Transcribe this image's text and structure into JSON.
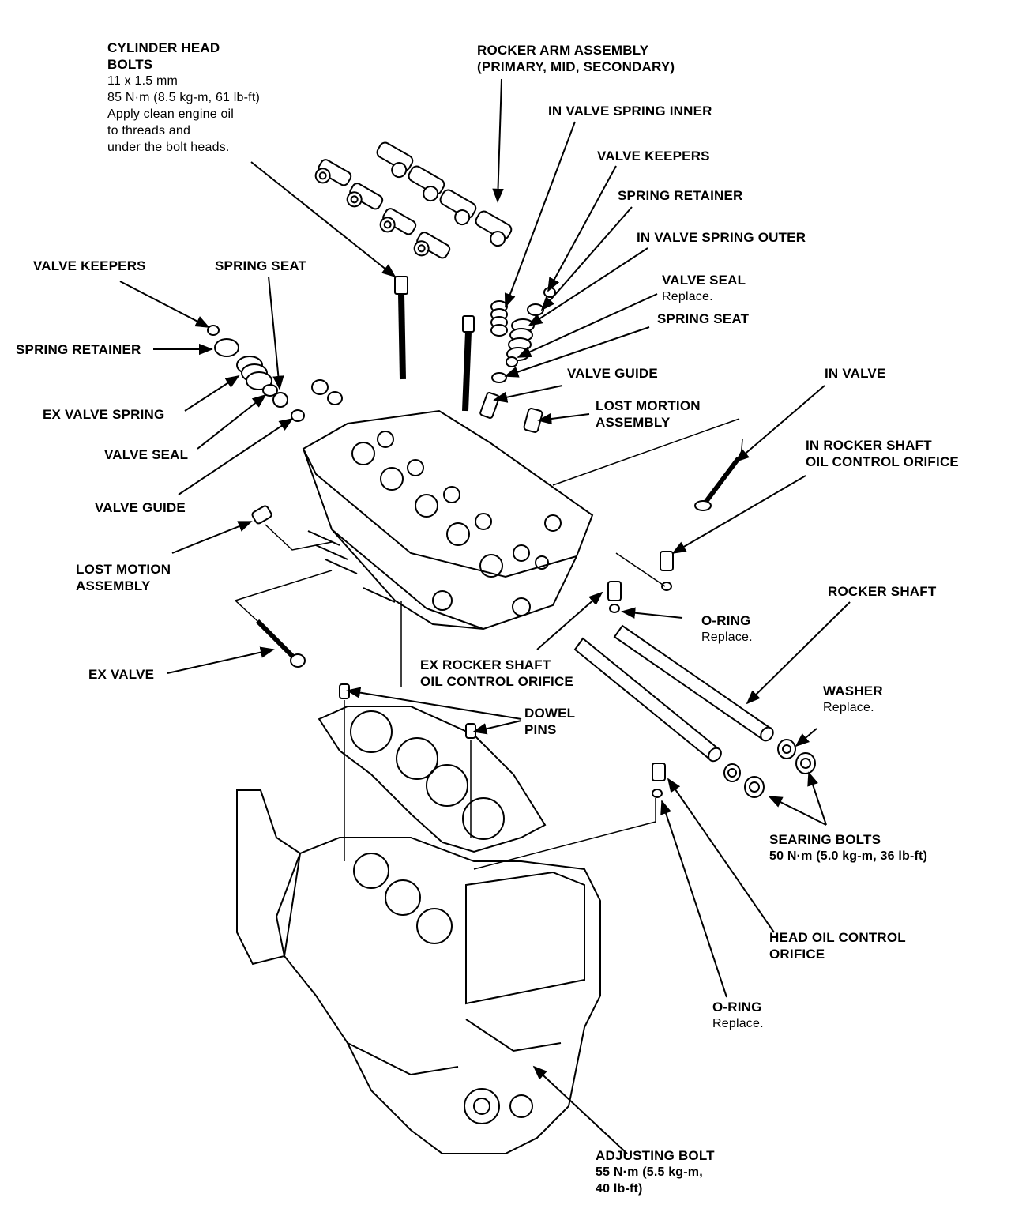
{
  "labels": {
    "cylinder_head_bolts": {
      "title": [
        "CYLINDER HEAD",
        "BOLTS"
      ],
      "notes": [
        "11 x 1.5 mm",
        "85 N·m (8.5 kg-m, 61 lb-ft)",
        "Apply clean engine oil",
        "to threads and",
        "under the bolt heads."
      ]
    },
    "rocker_arm_assembly": {
      "title": [
        "ROCKER ARM ASSEMBLY",
        "(PRIMARY, MID, SECONDARY)"
      ],
      "notes": []
    },
    "in_valve_spring_inner": {
      "title": [
        "IN VALVE SPRING INNER"
      ],
      "notes": []
    },
    "valve_keepers_right": {
      "title": [
        "VALVE KEEPERS"
      ],
      "notes": []
    },
    "spring_retainer_right": {
      "title": [
        "SPRING RETAINER"
      ],
      "notes": []
    },
    "in_valve_spring_outer": {
      "title": [
        "IN VALVE SPRING OUTER"
      ],
      "notes": []
    },
    "valve_seal_right": {
      "title": [
        "VALVE SEAL"
      ],
      "notes": [
        "Replace."
      ]
    },
    "spring_seat_right": {
      "title": [
        "SPRING SEAT"
      ],
      "notes": []
    },
    "valve_guide_right": {
      "title": [
        "VALVE GUIDE"
      ],
      "notes": []
    },
    "lost_mortion_assembly": {
      "title": [
        "LOST MORTION",
        "ASSEMBLY"
      ],
      "notes": []
    },
    "in_valve": {
      "title": [
        "IN VALVE"
      ],
      "notes": []
    },
    "in_rocker_shaft_orifice": {
      "title": [
        "IN ROCKER SHAFT",
        "OIL CONTROL ORIFICE"
      ],
      "notes": []
    },
    "valve_keepers_left": {
      "title": [
        "VALVE KEEPERS"
      ],
      "notes": []
    },
    "spring_seat_left": {
      "title": [
        "SPRING SEAT"
      ],
      "notes": []
    },
    "spring_retainer_left": {
      "title": [
        "SPRING RETAINER"
      ],
      "notes": []
    },
    "ex_valve_spring": {
      "title": [
        "EX VALVE SPRING"
      ],
      "notes": []
    },
    "valve_seal_left": {
      "title": [
        "VALVE SEAL"
      ],
      "notes": []
    },
    "valve_guide_left": {
      "title": [
        "VALVE GUIDE"
      ],
      "notes": []
    },
    "lost_motion_assembly_left": {
      "title": [
        "LOST MOTION",
        "ASSEMBLY"
      ],
      "notes": []
    },
    "ex_valve": {
      "title": [
        "EX VALVE"
      ],
      "notes": []
    },
    "rocker_shaft": {
      "title": [
        "ROCKER SHAFT"
      ],
      "notes": []
    },
    "o_ring_upper": {
      "title": [
        "O-RING"
      ],
      "notes": [
        "Replace."
      ]
    },
    "ex_rocker_shaft_orifice": {
      "title": [
        "EX ROCKER SHAFT",
        "OIL CONTROL ORIFICE"
      ],
      "notes": []
    },
    "washer": {
      "title": [
        "WASHER"
      ],
      "notes": [
        "Replace."
      ]
    },
    "dowel_pins": {
      "title": [
        "DOWEL",
        "PINS"
      ],
      "notes": []
    },
    "sealing_bolts": {
      "title": [
        "SEARING BOLTS"
      ],
      "notes": [
        "50 N·m (5.0 kg-m, 36 lb-ft)"
      ]
    },
    "head_oil_control_orifice": {
      "title": [
        "HEAD OIL CONTROL",
        "ORIFICE"
      ],
      "notes": []
    },
    "o_ring_lower": {
      "title": [
        "O-RING"
      ],
      "notes": [
        "Replace."
      ]
    },
    "adjusting_bolt": {
      "title": [
        "ADJUSTING BOLT"
      ],
      "notes": [
        "55 N·m (5.5 kg-m,",
        "40 lb-ft)"
      ]
    }
  }
}
